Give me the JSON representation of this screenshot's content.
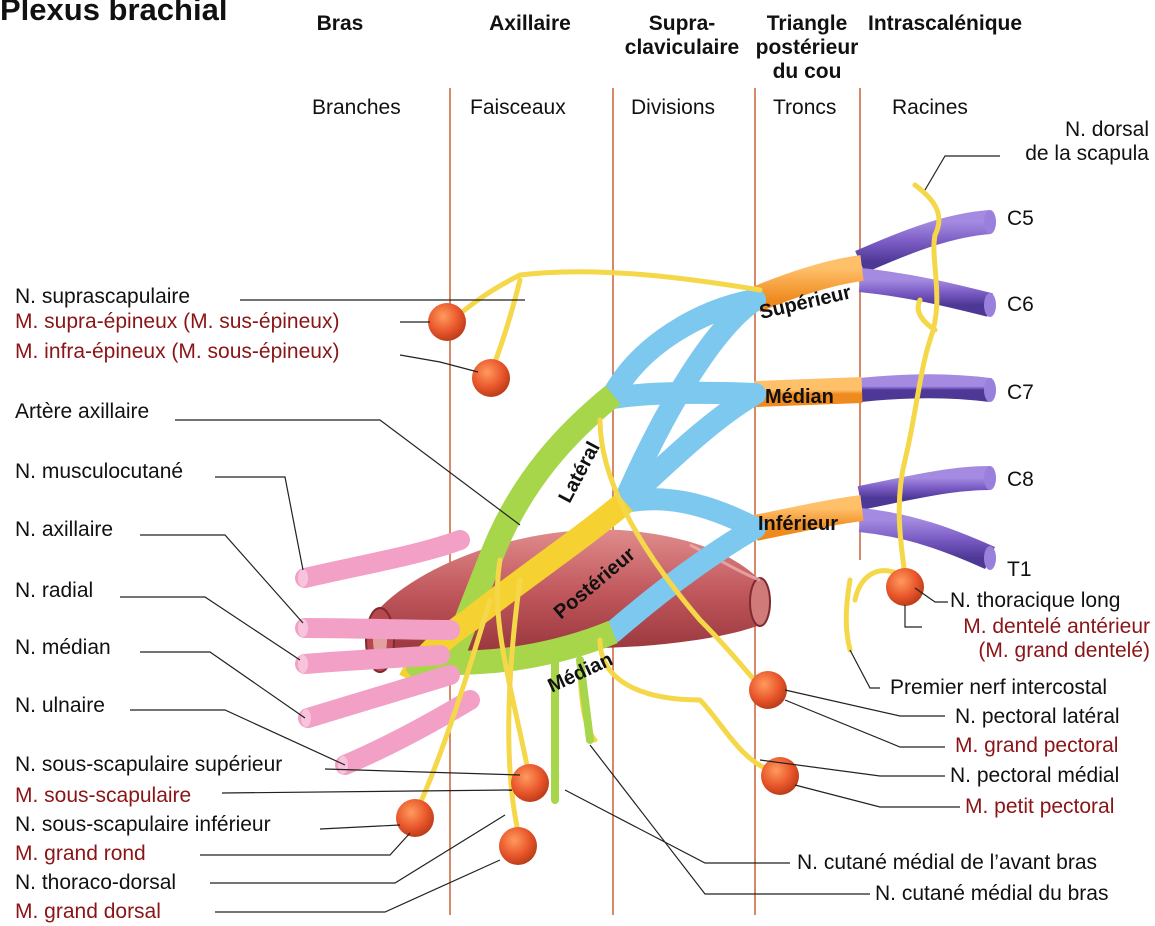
{
  "title": "Plexus brachial",
  "regions": [
    "Bras",
    "Axillaire",
    "Supra-\nclaviculaire",
    "Triangle\npostérieur\ndu cou",
    "Intrascalénique"
  ],
  "columns": [
    "Branches",
    "Faisceaux",
    "Divisions",
    "Troncs",
    "Racines"
  ],
  "roots": [
    "C5",
    "C6",
    "C7",
    "C8",
    "T1"
  ],
  "trunks": [
    "Supérieur",
    "Médian",
    "Inférieur"
  ],
  "cords": [
    "Latéral",
    "Postérieur",
    "Médian"
  ],
  "left_labels": [
    {
      "text": "N. suprascapulaire",
      "muscle": false
    },
    {
      "text": "M. supra-épineux (M. sus-épineux)",
      "muscle": true
    },
    {
      "text": "M. infra-épineux (M. sous-épineux)",
      "muscle": true
    },
    {
      "text": "Artère axillaire",
      "muscle": false
    },
    {
      "text": "N. musculocutané",
      "muscle": false
    },
    {
      "text": "N. axillaire",
      "muscle": false
    },
    {
      "text": "N. radial",
      "muscle": false
    },
    {
      "text": "N. médian",
      "muscle": false
    },
    {
      "text": "N. ulnaire",
      "muscle": false
    },
    {
      "text": "N. sous-scapulaire supérieur",
      "muscle": false
    },
    {
      "text": "M. sous-scapulaire",
      "muscle": true
    },
    {
      "text": "N. sous-scapulaire inférieur",
      "muscle": false
    },
    {
      "text": "M. grand rond",
      "muscle": true
    },
    {
      "text": "N. thoraco-dorsal",
      "muscle": false
    },
    {
      "text": "M. grand dorsal",
      "muscle": true
    }
  ],
  "right_labels": [
    {
      "text": "N. dorsal\nde la scapula",
      "muscle": false
    },
    {
      "text": "N. thoracique long",
      "muscle": false
    },
    {
      "text": "M. dentelé antérieur\n(M. grand dentelé)",
      "muscle": true
    },
    {
      "text": "Premier nerf intercostal",
      "muscle": false
    },
    {
      "text": "N. pectoral latéral",
      "muscle": false
    },
    {
      "text": "M. grand pectoral",
      "muscle": true
    },
    {
      "text": "N. pectoral médial",
      "muscle": false
    },
    {
      "text": "M. petit pectoral",
      "muscle": true
    },
    {
      "text": "N. cutané médial de l’avant bras",
      "muscle": false
    },
    {
      "text": "N. cutané médial du bras",
      "muscle": false
    }
  ],
  "colors": {
    "text": "#111111",
    "muscle_text": "#8b1416",
    "divider": "#c8623a",
    "root": "#7a5cc4",
    "trunk": "#f7a13c",
    "division": "#7cc8ef",
    "lateral": "#a8d64a",
    "posterior": "#f5d232",
    "branch": "#f2a0c6",
    "artery": "#b9484e",
    "muscle_dot": "#e8552a",
    "nerve_twig": "#f5d74a"
  }
}
